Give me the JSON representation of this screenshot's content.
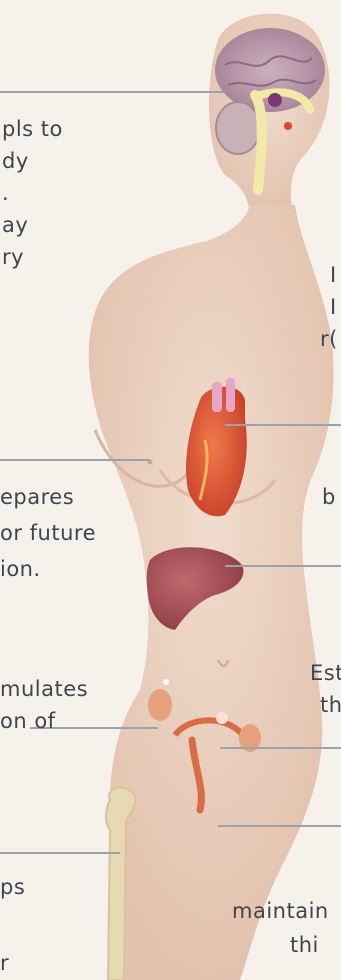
{
  "labels": {
    "brain": [
      "pls to",
      "dy",
      ".",
      "ay",
      "ry"
    ],
    "right_top": [
      "I",
      "I",
      "r("
    ],
    "breast": [
      "epares",
      "or future",
      "ion."
    ],
    "heart": [
      "b"
    ],
    "ovary": [
      "mulates",
      "on of"
    ],
    "uterus": [
      "Est",
      "th"
    ],
    "bone": [
      "ps",
      "r"
    ],
    "bottom": [
      "maintain",
      "thi"
    ]
  },
  "colors": {
    "background": "#f7f1ec",
    "skin": "#ecd3c2",
    "skin_shadow": "#d9b6a2",
    "brain": "#b996a8",
    "heart": "#d9573a",
    "liver": "#a64d52",
    "uterus": "#d96b45",
    "bone": "#e8d9b5",
    "leader_line": "#9aa3ab"
  },
  "icons": [
    "brain-icon",
    "pituitary-icon",
    "heart-icon",
    "liver-icon",
    "uterus-icon",
    "ovary-icon",
    "femur-icon"
  ]
}
